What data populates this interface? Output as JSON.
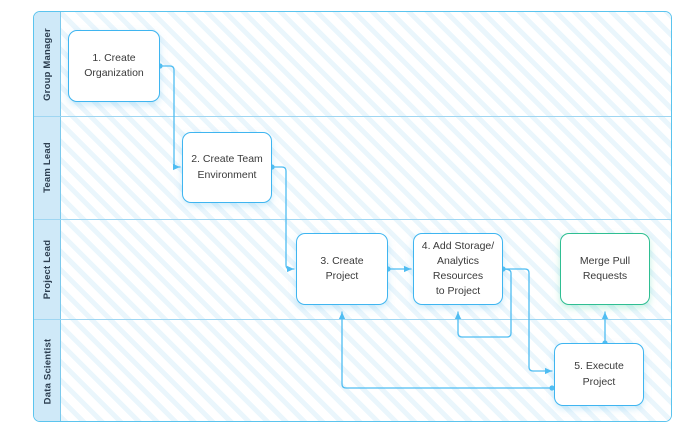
{
  "diagram": {
    "type": "swimlane-flowchart",
    "accent_blue": "#3FB5F0",
    "accent_green": "#2FBE92",
    "lane_strip_fill": "#CFE9F8",
    "lanes": [
      {
        "id": "group-manager",
        "label": "Group Manager"
      },
      {
        "id": "team-lead",
        "label": "Team Lead"
      },
      {
        "id": "project-lead",
        "label": "Project Lead"
      },
      {
        "id": "data-scientist",
        "label": "Data Scientist"
      }
    ],
    "nodes": [
      {
        "id": "create-organization",
        "lane": "group-manager",
        "color": "blue",
        "line1": "1. Create",
        "line2": "Organization",
        "line3": "",
        "line4": ""
      },
      {
        "id": "create-team-environment",
        "lane": "team-lead",
        "color": "blue",
        "line1": "2. Create Team",
        "line2": "Environment",
        "line3": "",
        "line4": ""
      },
      {
        "id": "create-project",
        "lane": "project-lead",
        "color": "blue",
        "line1": "3. Create",
        "line2": "Project",
        "line3": "",
        "line4": ""
      },
      {
        "id": "add-storage-analytics",
        "lane": "project-lead",
        "color": "blue",
        "line1": "4. Add Storage/",
        "line2": "Analytics",
        "line3": "Resources",
        "line4": "to Project"
      },
      {
        "id": "merge-pull-requests",
        "lane": "project-lead",
        "color": "green",
        "line1": "Merge Pull",
        "line2": "Requests",
        "line3": "",
        "line4": ""
      },
      {
        "id": "execute-project",
        "lane": "data-scientist",
        "color": "blue",
        "line1": "5. Execute",
        "line2": "Project",
        "line3": "",
        "line4": ""
      }
    ],
    "edges": [
      {
        "id": "edge-org-to-team",
        "from": "create-organization",
        "to": "create-team-environment"
      },
      {
        "id": "edge-team-to-project",
        "from": "create-team-environment",
        "to": "create-project"
      },
      {
        "id": "edge-project-to-storage",
        "from": "create-project",
        "to": "add-storage-analytics"
      },
      {
        "id": "edge-storage-to-execute",
        "from": "add-storage-analytics",
        "to": "execute-project"
      },
      {
        "id": "edge-storage-loopback",
        "from": "add-storage-analytics",
        "to": "add-storage-analytics"
      },
      {
        "id": "edge-execute-to-merge",
        "from": "execute-project",
        "to": "merge-pull-requests"
      },
      {
        "id": "edge-execute-to-project",
        "from": "execute-project",
        "to": "create-project"
      }
    ]
  }
}
